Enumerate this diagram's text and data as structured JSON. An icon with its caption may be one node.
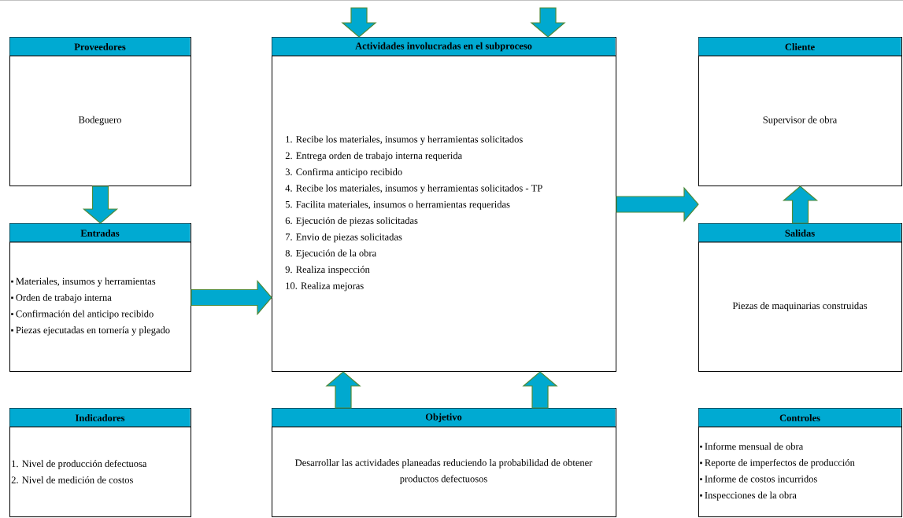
{
  "diagram": {
    "nodes": [
      {
        "text": [
          "Proveedores",
          "Bodeguero"
        ]
      },
      {
        "text": [
          "Actividades involucradas en el subproceso",
          "1. Recibe los materiales, insumos y herramientas solicitados",
          "2. Entrega orden de trabajo interna requerida",
          "3. Confirma anticipo recibido",
          "4. Recibe los materiales, insumos y herramientas solicitados - TP",
          "5. Facilita materiales, insumos o herramientas requeridas",
          "6. Ejecución de piezas solicitadas",
          "7. Envio de piezas solicitadas",
          "8. Ejecución de la obra",
          "9. Realiza inspección",
          "10. Realiza mejoras"
        ]
      },
      {
        "text": [
          "Cliente",
          "Supervisor de obra"
        ]
      },
      {
        "text": [
          "Entradas",
          "Materiales, insumos y herramientas",
          "Orden de trabajo interna",
          "Confirmación del anticipo recibido",
          "Piezas ejecutadas en tornería y plegado"
        ]
      },
      {
        "text": [
          "Salidas",
          "Piezas de maquinarias construidas"
        ]
      },
      {
        "text": [
          "Indicadores",
          "1. Nivel de producción defectuosa",
          "2. Nivel de medición de costos"
        ]
      },
      {
        "text": [
          "Objetivo",
          "Desarrollar las actividades planeadas reduciendo la probabilidad de obtener productos defectuosos"
        ]
      },
      {
        "text": [
          "Controles",
          "Informe mensual de obra",
          "Reporte de imperfectos de producción",
          "Informe de costos incurridos",
          "Inspecciones de la obra"
        ]
      }
    ],
    "edges": [
      {
        "from": 0,
        "to": 3,
        "arrow": "to"
      },
      {
        "from": 3,
        "to": 1,
        "arrow": "to"
      },
      {
        "from": 1,
        "to": 4,
        "arrow": "to"
      },
      {
        "from": 4,
        "to": 2,
        "arrow": "to"
      },
      {
        "from": 6,
        "to": 1,
        "arrow": "to"
      },
      {
        "from": 6,
        "to": 1,
        "arrow": "to"
      },
      {
        "from": null,
        "to": 1,
        "arrow": "to"
      },
      {
        "from": null,
        "to": 1,
        "arrow": "to"
      }
    ]
  }
}
